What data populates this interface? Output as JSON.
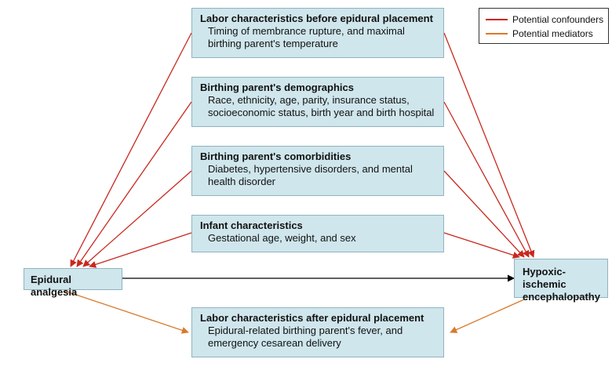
{
  "colors": {
    "confounder": "#c8281e",
    "mediator": "#d97a2b",
    "direct": "#000000",
    "box_fill": "#cfe6ec"
  },
  "legend": {
    "confounders": "Potential confounders",
    "mediators": "Potential mediators"
  },
  "confounder_boxes": [
    {
      "title": "Labor characteristics before epidural placement",
      "lines": [
        "Timing of membrance rupture, and maximal",
        "birthing parent's temperature"
      ]
    },
    {
      "title": "Birthing parent's demographics",
      "lines": [
        "Race, ethnicity, age, parity, insurance status,",
        "socioeconomic status, birth year and birth hospital"
      ]
    },
    {
      "title": "Birthing parent's comorbidities",
      "lines": [
        "Diabetes, hypertensive disorders, and mental",
        "health disorder"
      ]
    },
    {
      "title": "Infant characteristics",
      "lines": [
        "Gestational age, weight, and sex"
      ]
    }
  ],
  "mediator_box": {
    "title": "Labor characteristics after epidural placement",
    "lines": [
      "Epidural-related birthing parent's fever, and",
      "emergency cesarean delivery"
    ]
  },
  "exposure": "Epidural analgesia",
  "outcome": {
    "line1": "Hypoxic-ischemic",
    "line2": "encephalopathy"
  }
}
